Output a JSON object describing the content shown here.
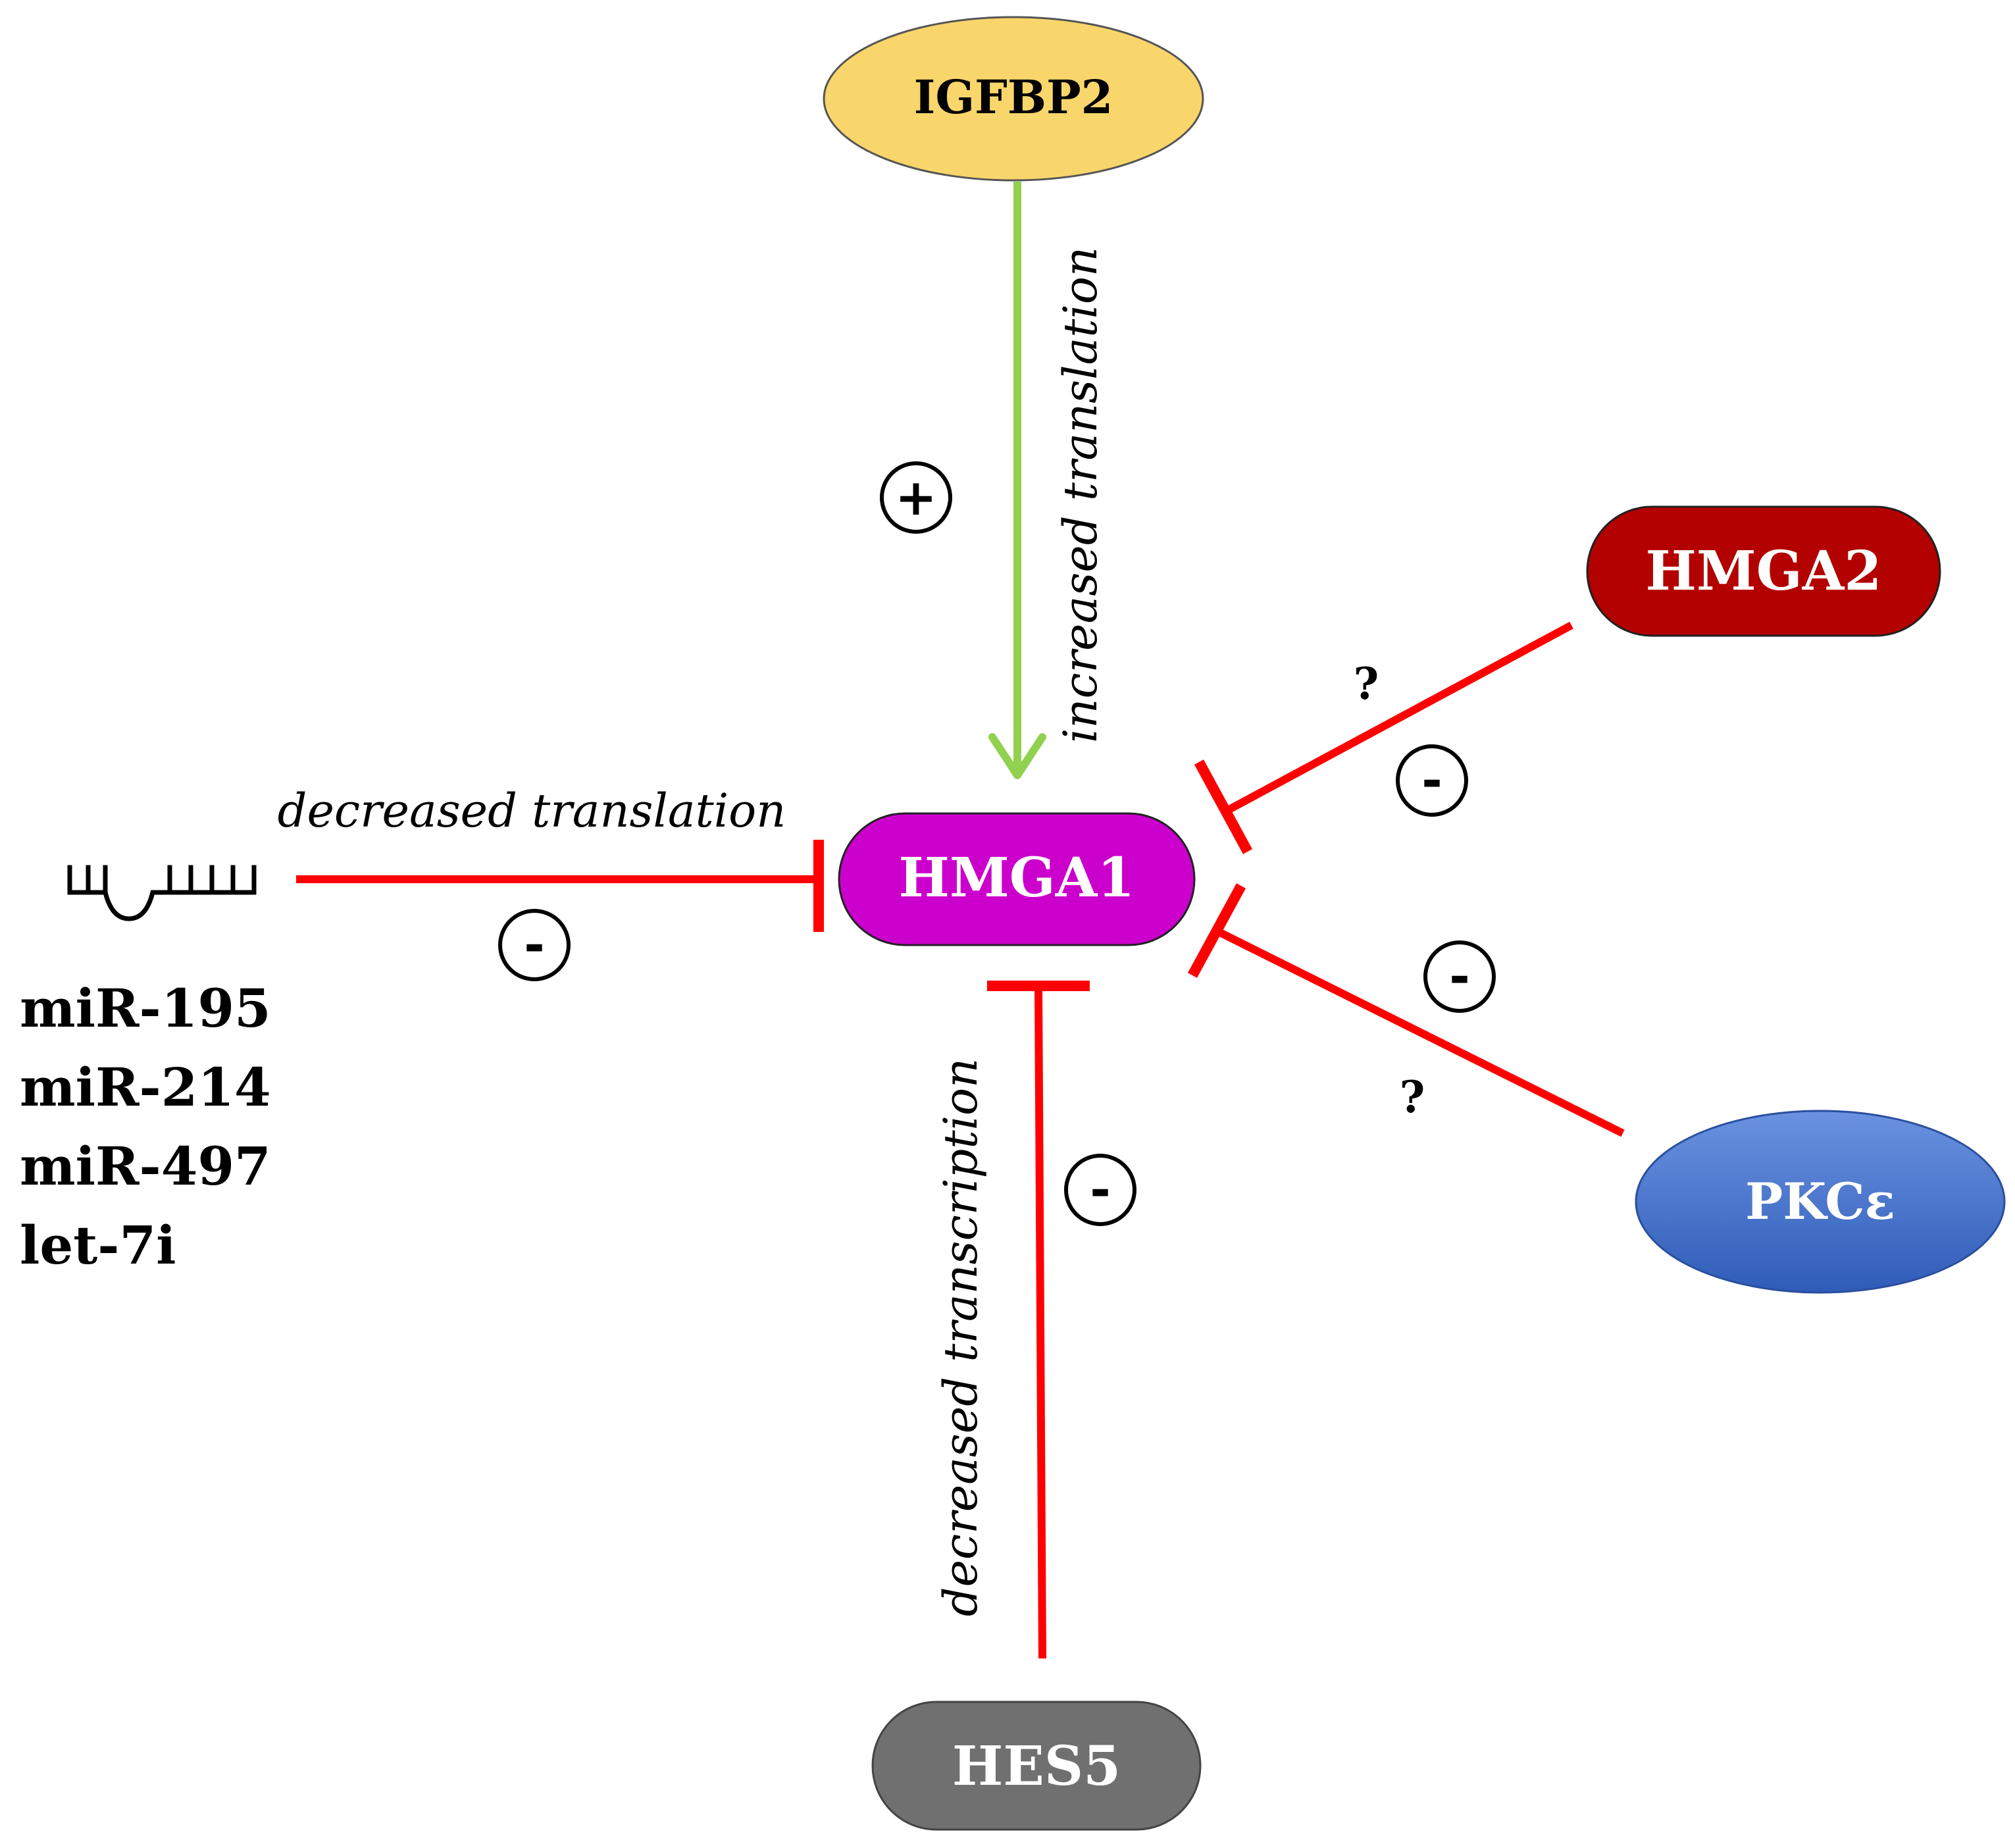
{
  "nodes": {
    "igfbp2": {
      "label": "IGFBP2",
      "fill": "#f9d66b",
      "text_color": "#000000"
    },
    "hmga1": {
      "label": "HMGA1",
      "fill": "#cc00cc",
      "text_color": "#ffffff"
    },
    "hmga2": {
      "label": "HMGA2",
      "fill": "#b30000",
      "text_color": "#ffffff"
    },
    "pkce": {
      "label": "PKCε",
      "fill": "#3f6fcc",
      "text_color": "#ffffff"
    },
    "hes5": {
      "label": "HES5",
      "fill": "#707070",
      "text_color": "#ffffff"
    }
  },
  "edges": {
    "igfbp2_to_hmga1": {
      "label": "increased translation",
      "sign": "+",
      "color": "#92d050"
    },
    "mirna_to_hmga1": {
      "label": "decreased translation",
      "sign": "-",
      "color": "#ff0000"
    },
    "hes5_to_hmga1": {
      "label": "decreased transcription",
      "sign": "-",
      "color": "#ff0000"
    },
    "hmga2_to_hmga1": {
      "question": "?",
      "sign": "-",
      "color": "#ff0000"
    },
    "pkce_to_hmga1": {
      "question": "?",
      "sign": "-",
      "color": "#ff0000"
    }
  },
  "mirnas": [
    "miR-195",
    "miR-214",
    "miR-497",
    "let-7i"
  ]
}
